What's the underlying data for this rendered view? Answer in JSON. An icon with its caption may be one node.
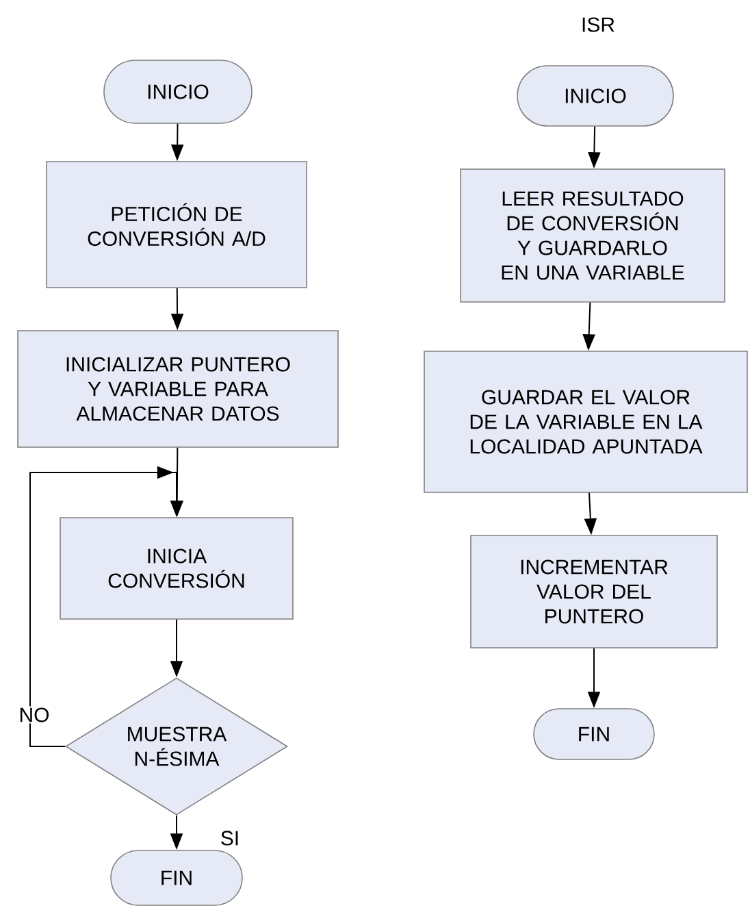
{
  "diagram": {
    "nodes": [
      {
        "text": [
          "INICIO"
        ]
      },
      {
        "text": [
          "PETICIÓN DE CONVERSIÓN A/D"
        ]
      },
      {
        "text": [
          "INICIALIZAR PUNTERO Y VARIABLE PARA ALMACENAR DATOS"
        ]
      },
      {
        "text": [
          "INICIA CONVERSIÓN"
        ]
      },
      {
        "text": [
          "MUESTRA N-ÉSIMA"
        ]
      },
      {
        "text": [
          "FIN"
        ]
      },
      {
        "text": [
          "INICIO"
        ]
      },
      {
        "text": [
          "LEER RESULTADO DE CONVERSIÓN Y GUARDARLO EN UNA VARIABLE"
        ]
      },
      {
        "text": [
          "GUARDAR EL VALOR DE LA VARIABLE EN LA LOCALIDAD APUNTADA"
        ]
      },
      {
        "text": [
          "INCREMENTAR VALOR DEL PUNTERO"
        ]
      },
      {
        "text": [
          "FIN"
        ]
      }
    ],
    "edges": [
      {
        "from": 0,
        "to": 1,
        "arrow": "to"
      },
      {
        "from": 1,
        "to": 2,
        "arrow": "to"
      },
      {
        "from": 2,
        "to": 3,
        "arrow": "to"
      },
      {
        "from": 3,
        "to": 4,
        "arrow": "to"
      },
      {
        "from": 4,
        "to": 5,
        "arrow": "to",
        "label": "SI"
      },
      {
        "from": 4,
        "to": 3,
        "arrow": "to",
        "label": "NO"
      },
      {
        "from": 6,
        "to": 7,
        "arrow": "to"
      },
      {
        "from": 7,
        "to": 8,
        "arrow": "to"
      },
      {
        "from": 8,
        "to": 9,
        "arrow": "to"
      },
      {
        "from": 9,
        "to": 10,
        "arrow": "to"
      }
    ],
    "labels": [
      "ISR"
    ]
  }
}
